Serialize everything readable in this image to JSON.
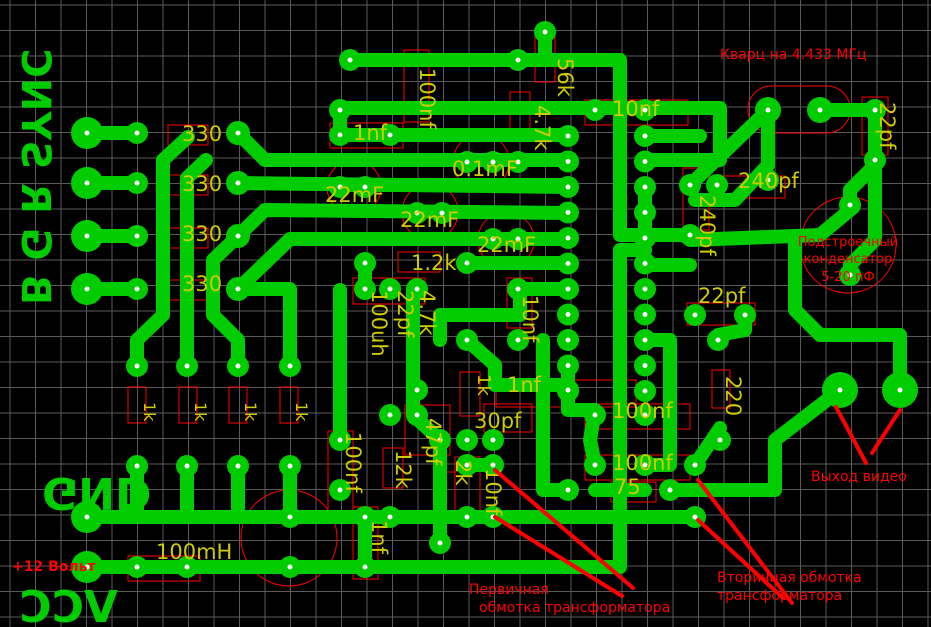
{
  "colors": {
    "background": "#000000",
    "grid": "#5a5a5a",
    "copper": "#00cc00",
    "silkscreen": "#cccc00",
    "annotation": "#ff0000",
    "drill": "#ffffff"
  },
  "board_labels": {
    "rgb_sync": "B G R SYNC",
    "gnd": "GND",
    "vcc": "VCC"
  },
  "annotations": {
    "crystal": "Кварц на 4.433 МГц",
    "trimmer_1": "Подстроечный",
    "trimmer_2": "конденсатор",
    "trimmer_3": "5-20 пФ",
    "video_out": "Выход видео",
    "primary_1": "Первичная",
    "primary_2": "обмотка трансформатора",
    "secondary_1": "Вторичная обмотка",
    "secondary_2": "трансформатора",
    "power": "+12 Вольт"
  },
  "components": {
    "r330_1": "330",
    "r330_2": "330",
    "r330_3": "330",
    "r330_4": "330",
    "r1k_1": "1k",
    "r1k_2": "1k",
    "r1k_3": "1k",
    "r1k_4": "1k",
    "c1nf_top": "1nf",
    "c100nf_top": "100nf",
    "r56k": "56k",
    "r47k_top": "4.7k",
    "c10nf": "10nf",
    "c01mf": "0.1mF",
    "c22mf_1": "22mF",
    "c22mf_2": "22mF",
    "c22mf_3": "22mF",
    "c240pf_h": "240pf",
    "c240pf_v": "240pf",
    "c22pf_right": "22pf",
    "c22pf_mid": "22pf",
    "r220": "220",
    "r12k_top": "1.2k",
    "l100uh": "100uh",
    "c22pf_left": "22pf",
    "r47k_mid": "4.7k",
    "c10nf_mid": "10nf",
    "r1k_mid": "1k",
    "c1nf_mid": "1nf",
    "c30pf": "30pf",
    "c100nf_1": "100nf",
    "c100nf_2": "100nf",
    "r75": "75",
    "c100nf_left": "100nf",
    "r12k_bot": "12k",
    "c47pf": "47pf",
    "r2k": "2k",
    "c10nf_bot": "10nf",
    "c1nf_bot": "1nf",
    "l100mh": "100mH"
  }
}
